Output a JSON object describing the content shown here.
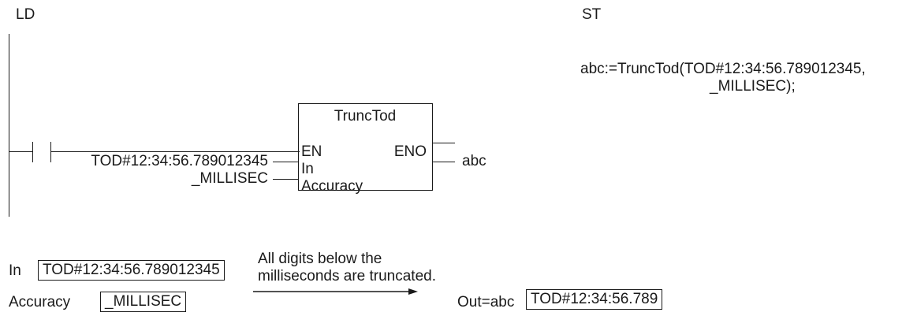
{
  "ld_section": {
    "label": "LD",
    "contact": "normally-open-contact",
    "block": {
      "name": "TruncTod",
      "inputs": [
        "EN",
        "In",
        "Accuracy"
      ],
      "outputs": [
        "ENO"
      ]
    },
    "in_arg": "TOD#12:34:56.789012345",
    "accuracy_arg": "_MILLISEC",
    "out_var": "abc"
  },
  "st_section": {
    "label": "ST",
    "line1": "abc:=TruncTod(TOD#12:34:56.789012345,",
    "line2": "_MILLISEC);"
  },
  "example": {
    "in_label": "In",
    "in_value": "TOD#12:34:56.789012345",
    "accuracy_label": "Accuracy",
    "accuracy_value": "_MILLISEC",
    "note_line1": "All digits below the",
    "note_line2": "milliseconds are truncated.",
    "out_label": "Out=abc",
    "out_value": "TOD#12:34:56.789"
  }
}
